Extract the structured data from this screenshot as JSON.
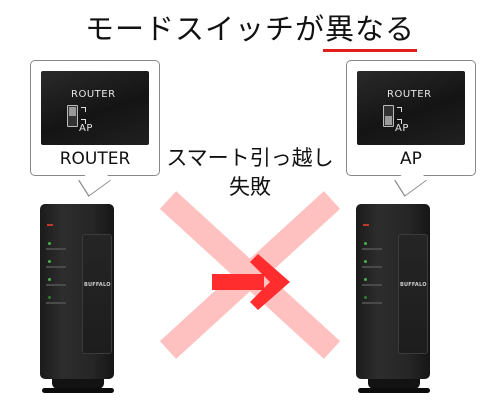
{
  "title": {
    "before": "モードスイッチが",
    "highlight": "異なる"
  },
  "left": {
    "switch_labels": {
      "top": "ROUTER",
      "bottom": "AP"
    },
    "mode_label": "ROUTER",
    "router_logo": "BUFFALO"
  },
  "right": {
    "switch_labels": {
      "top": "ROUTER",
      "bottom": "AP"
    },
    "mode_label": "AP",
    "router_logo": "BUFFALO"
  },
  "middle": {
    "line1": "スマート引っ越し",
    "line2": "失敗"
  },
  "colors": {
    "cross": "#ffc0c0",
    "arrow": "#ff2d2d",
    "underline": "#e11d1d",
    "router_body": "#262626"
  }
}
